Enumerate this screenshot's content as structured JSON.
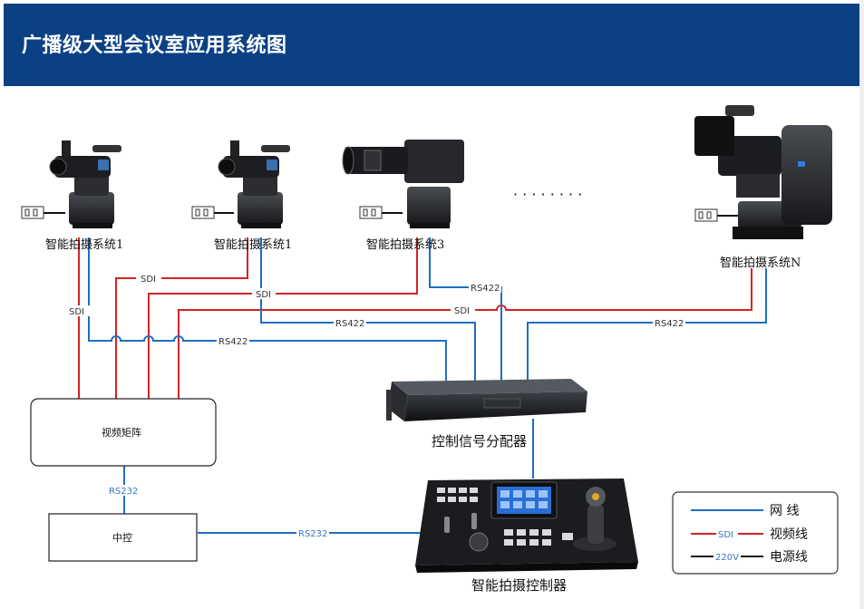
{
  "header": {
    "title": "广播级大型会议室应用系统图"
  },
  "colors": {
    "network": "#1f6fc0",
    "sdi": "#d42424",
    "power": "#111111",
    "header_bg": "#0b4184",
    "label_blue": "#3b78c0"
  },
  "cameras": [
    {
      "label": "智能拍摄系统1",
      "icon": "camcorder-ptz-icon"
    },
    {
      "label": "智能拍摄系统1",
      "icon": "camcorder-ptz-icon"
    },
    {
      "label": "智能拍摄系统3",
      "icon": "box-camera-ptz-icon"
    },
    {
      "label": "智能拍摄系统N",
      "icon": "broadcast-camera-ptz-icon"
    }
  ],
  "ellipsis": "· · · · · · · ·",
  "devices": {
    "matrix": "视频矩阵",
    "central_control": "中控",
    "distributor": "控制信号分配器",
    "controller": "智能拍摄控制器"
  },
  "wire_labels": {
    "sdi": "SDI",
    "rs422": "RS422",
    "rs232": "RS232"
  },
  "legend": {
    "network": {
      "label": "网  线",
      "tag": ""
    },
    "video": {
      "label": "视频线",
      "tag": "SDI"
    },
    "power": {
      "label": "电源线",
      "tag": "220V"
    }
  }
}
